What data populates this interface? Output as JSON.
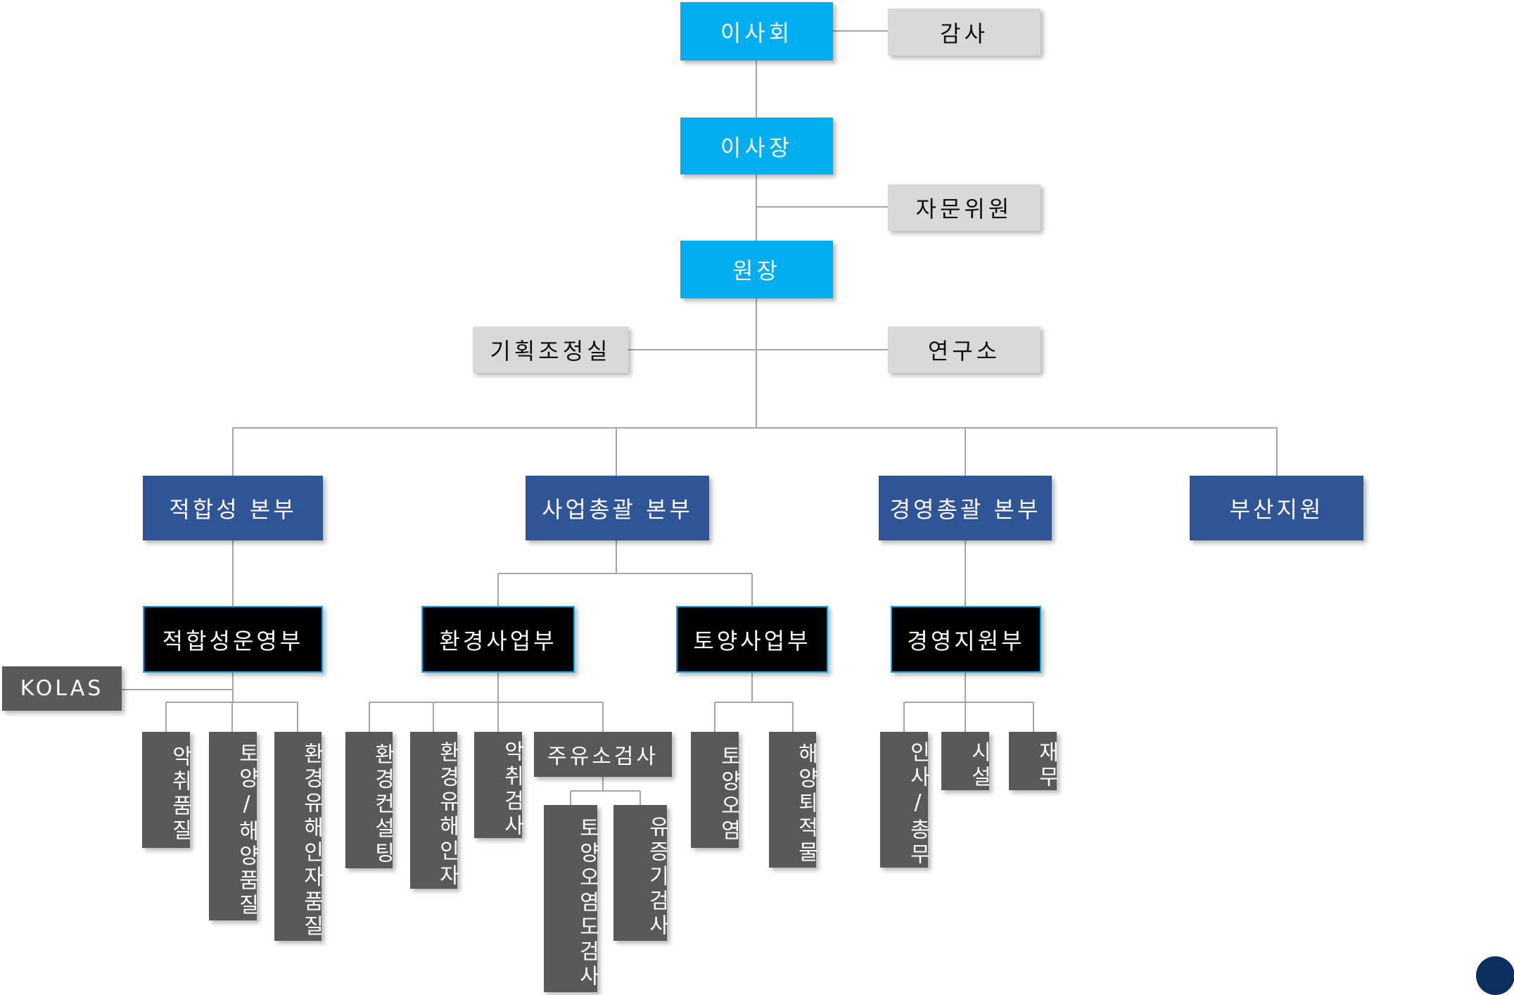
{
  "colors": {
    "executive": "#00AEEF",
    "advisory": "#D9D9D9",
    "headquarters": "#2F5597",
    "department": "#000000",
    "team": "#595959",
    "connector": "#A6A6A6",
    "corner_dot": "#0B2F5E"
  },
  "executive": {
    "board": "이사회",
    "chairman": "이사장",
    "president": "원장"
  },
  "advisory": {
    "auditor": "감사",
    "advisory_committee": "자문위원",
    "planning_office": "기획조정실",
    "research_institute": "연구소"
  },
  "headquarters": {
    "conformity": "적합성 본부",
    "business": "사업총괄 본부",
    "management": "경영총괄 본부",
    "busan": "부산지원"
  },
  "departments": {
    "conformity_ops": "적합성운영부",
    "environment_biz": "환경사업부",
    "soil_biz": "토양사업부",
    "management_support": "경영지원부"
  },
  "teams": {
    "kolas": "KOLAS",
    "odor_quality": "악취품질",
    "soil_marine_quality": "토양/해양품질",
    "env_hazard_quality": "환경유해인자품질",
    "env_consulting": "환경컨설팅",
    "env_hazard": "환경유해인자",
    "odor_inspection": "악취검사",
    "gas_station_inspection": "주유소검사",
    "soil_contamination_inspection": "토양오염도검사",
    "vapor_inspection": "유증기검사",
    "soil_pollution": "토양오염",
    "marine_sediment": "해양퇴적물",
    "hr_admin": "인사/총무",
    "facilities": "시설",
    "finance": "재무"
  }
}
